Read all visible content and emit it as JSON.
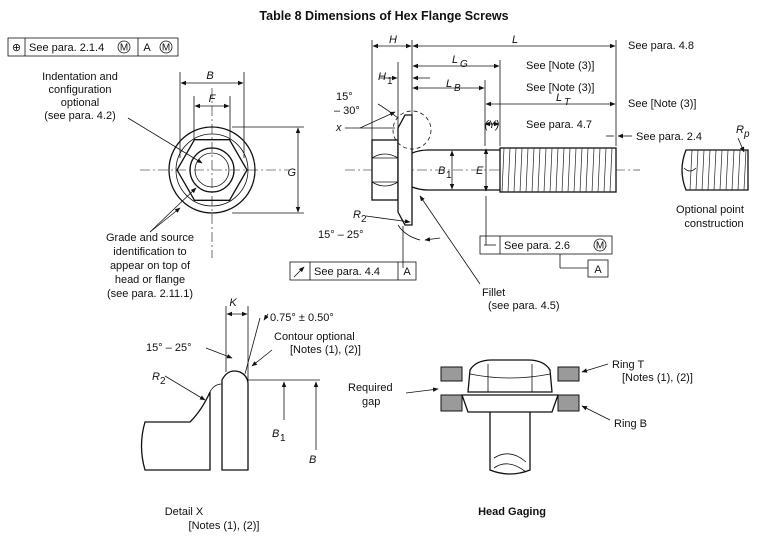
{
  "title": "Table 8   Dimensions of Hex Flange Screws",
  "fcf_top": {
    "symbol": "⊕",
    "ref": "See para. 2.1.4",
    "mod1": "M",
    "datum": "A",
    "mod2": "M"
  },
  "labels": {
    "indentation": [
      "Indentation and",
      "configuration",
      "optional",
      "(see para. 4.2)"
    ],
    "grade": [
      "Grade and source",
      "identification to",
      "appear on top of",
      "head or flange",
      "(see para. 2.11.1)"
    ],
    "B": "B",
    "F": "F",
    "G": "G",
    "H": "H",
    "H1": "H",
    "H1_sub": "1",
    "L": "L",
    "see_48": "See para. 4.8",
    "LG": "L",
    "LG_sub": "G",
    "LB": "L",
    "LB_sub": "B",
    "LT": "L",
    "LT_sub": "T",
    "note3_a": "See [Note (3)]",
    "note3_b": "See [Note (3)]",
    "note3_c": "See  [Note (3)]",
    "Y": "(Y)",
    "see_47": "See para. 4.7",
    "see_24": "See para. 2.4",
    "ang_top_1": "15°",
    "ang_top_2": "– 30°",
    "x": "x",
    "B1": "B",
    "B1_sub": "1",
    "E": "E",
    "R2": "R",
    "R2_sub": "2",
    "ang_bot": "15° – 25°",
    "Rp": "R",
    "Rp_sub": "p",
    "opt_point": [
      "Optional point",
      "construction"
    ],
    "fcf_44_ref": "See para. 4.4",
    "fcf_44_datum": "A",
    "fcf_26_ref": "See para. 2.6",
    "fcf_26_mod": "M",
    "datum_A": "A",
    "fillet": [
      "Fillet",
      "(see para. 4.5)"
    ],
    "K": "K",
    "tol_angle": "0.75° ± 0.50°",
    "contour": [
      "Contour optional",
      "[Notes (1), (2)]"
    ],
    "detail_ang": "15° – 25°",
    "detail_R2": "R",
    "detail_R2_sub": "2",
    "detail_B1": "B",
    "detail_B1_sub": "1",
    "detail_B": "B",
    "detail_x": [
      "Detail X",
      "[Notes (1), (2)]"
    ],
    "ringT": [
      "Ring T",
      "[Notes (1), (2)]"
    ],
    "ringB": "Ring B",
    "req_gap": [
      "Required",
      "gap"
    ],
    "head_gaging": "Head Gaging"
  }
}
